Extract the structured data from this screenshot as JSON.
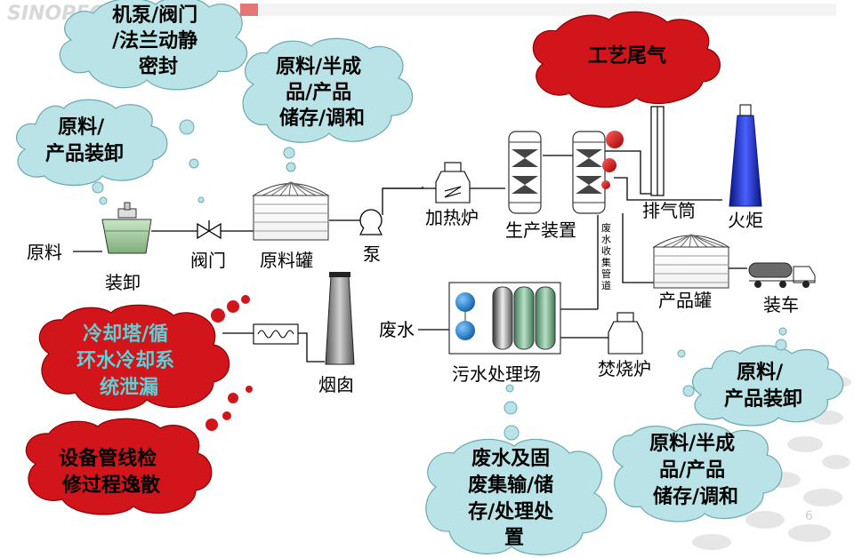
{
  "logo": {
    "text": "SINOPEC"
  },
  "page_number": "6",
  "labels": {
    "raw_material": "原料",
    "unloading": "装卸",
    "valve": "阀门",
    "raw_tank": "原料罐",
    "pump": "泵",
    "heating_furnace": "加热炉",
    "production_unit": "生产装置",
    "exhaust_stack": "排气筒",
    "flare": "火炬",
    "product_tank": "产品罐",
    "truck_loading": "装车",
    "wastewater": "废水",
    "wwtp": "污水处理场",
    "incinerator": "焚烧炉",
    "chimney": "烟囱",
    "ww_pipe": "废水收集管道"
  },
  "clouds": {
    "pump_valve_seal": [
      "机泵/阀门",
      "/法兰动静",
      "密封"
    ],
    "storage_left": [
      "原料/半成",
      "品/产品",
      "储存/调和"
    ],
    "loading_left": [
      "原料/",
      "产品装卸"
    ],
    "process_tail_gas": [
      "工艺尾气"
    ],
    "cooling_tower": [
      "冷却塔/循",
      "环水冷却系",
      "统泄漏"
    ],
    "maintenance": [
      "设备管线检",
      "修过程逸散"
    ],
    "waste_handling": [
      "废水及固",
      "废集输/储",
      "存/处理处",
      "置"
    ],
    "loading_right": [
      "原料/",
      "产品装卸"
    ],
    "storage_right": [
      "原料/半成",
      "品/产品",
      "储存/调和"
    ]
  },
  "colors": {
    "cloud_cyan": "#b9e3e6",
    "cloud_red": "#d1151b",
    "cloud_red_text": "#5fd1d6",
    "flare_blue": "#1f2fd0",
    "pipe": "#000000"
  }
}
